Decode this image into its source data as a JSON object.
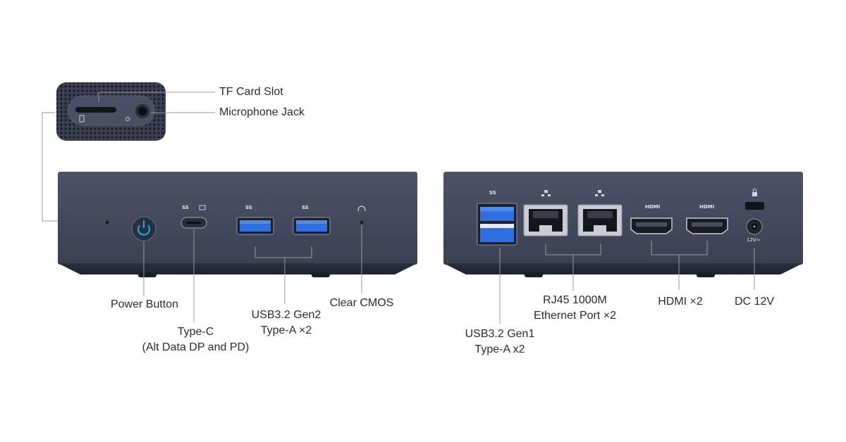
{
  "side_panel": {
    "tf_card_slot": "TF Card Slot",
    "microphone_jack": "Microphone Jack"
  },
  "front_panel": {
    "power_button": "Power Button",
    "type_c_line1": "Type-C",
    "type_c_line2": "(Alt Data DP and PD)",
    "usb_gen2_line1": "USB3.2 Gen2",
    "usb_gen2_line2": "Type-A ×2",
    "clear_cmos": "Clear CMOS"
  },
  "rear_panel": {
    "usb_gen1_line1": "USB3.2 Gen1",
    "usb_gen1_line2": "Type-A x2",
    "rj45_line1": "RJ45 1000M",
    "rj45_line2": "Ethernet Port ×2",
    "hdmi_label": "HDMI ×2",
    "dc_label": "DC 12V",
    "hdmi_port_text": "HDMI",
    "dc_port_text": "12V⎓",
    "ss_text": "SS"
  },
  "colors": {
    "chassis": "#454a5e",
    "chassis_dark": "#2f3344",
    "usb_blue": "#2f6fe0",
    "power_blue": "#1fa3e8",
    "callout_line": "#9a9a9a"
  }
}
